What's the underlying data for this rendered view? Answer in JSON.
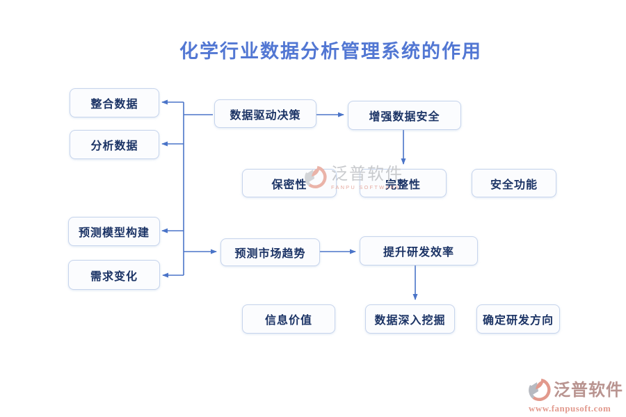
{
  "title": "化学行业数据分析管理系统的作用",
  "left_nodes": [
    "整合数据",
    "分析数据",
    "预测模型构建",
    "需求变化"
  ],
  "branch1": {
    "hub": "数据驱动决策",
    "outcome": "增强数据安全",
    "children": [
      "保密性",
      "完整性",
      "安全功能"
    ]
  },
  "branch2": {
    "hub": "预测市场趋势",
    "outcome": "提升研发效率",
    "children": [
      "信息价值",
      "数据深入挖掘",
      "确定研发方向"
    ]
  },
  "watermark": {
    "brand": "泛普软件",
    "subtitle": "FANPU SOFTWARE"
  },
  "footer_logo": {
    "brand": "泛普软件",
    "website": "www.fanpusoft.com"
  },
  "colors": {
    "title_text": "#5277d3",
    "node_text": "#1b3365",
    "node_border": "#c6d4ec",
    "node_background": "#fbfcfe",
    "connector": "#4a74c8",
    "watermark_gray": "#c8cacd",
    "watermark_salmon": "#e6aba1",
    "logo_brand": "#b99490",
    "logo_url": "#e29a8e"
  }
}
